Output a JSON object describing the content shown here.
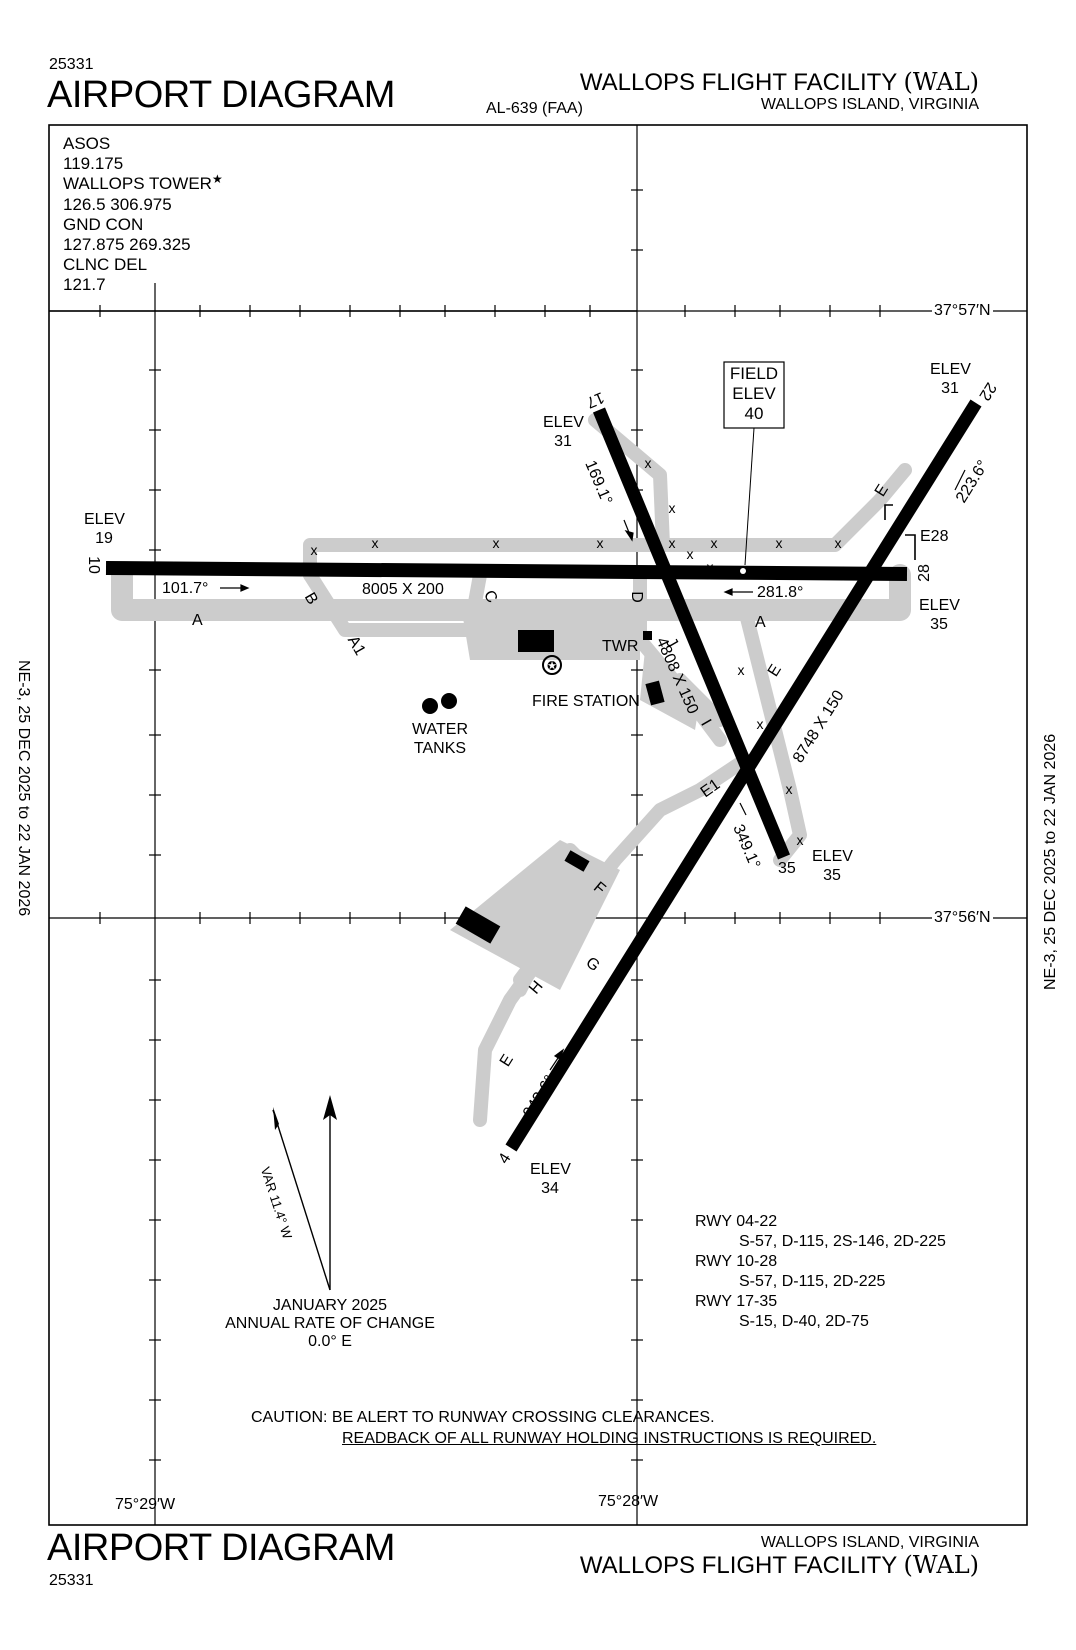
{
  "header": {
    "chart_number": "25331",
    "title": "AIRPORT DIAGRAM",
    "al_number": "AL-639 (FAA)",
    "facility_name": "WALLOPS FLIGHT FACILITY",
    "facility_code": "(WAL)",
    "location": "WALLOPS ISLAND, VIRGINIA"
  },
  "footer": {
    "title": "AIRPORT DIAGRAM",
    "chart_number": "25331",
    "location": "WALLOPS ISLAND, VIRGINIA",
    "facility_name": "WALLOPS FLIGHT FACILITY",
    "facility_code": "(WAL)"
  },
  "side_labels": {
    "left": "NE-3,  25 DEC 2025  to  22 JAN 2026",
    "right": "NE-3,  25 DEC 2025  to  22 JAN 2026"
  },
  "frequencies": [
    "ASOS",
    "119.175",
    "WALLOPS TOWER",
    "126.5  306.975",
    "GND CON",
    "127.875  269.325",
    "CLNC DEL",
    "121.7"
  ],
  "tower_star": "★",
  "coordinates": {
    "lat_north": "37°57′N",
    "lat_south": "37°56′N",
    "lon_west": "75°29′W",
    "lon_east": "75°28′W"
  },
  "field_elevation": {
    "label1": "FIELD",
    "label2": "ELEV",
    "value": "40"
  },
  "runways": {
    "r10_28": {
      "dims": "8005 X 200",
      "hdg_10": "101.7°",
      "hdg_28": "281.8°",
      "end_10": "10",
      "end_28": "28"
    },
    "r17_35": {
      "dims": "4808 X 150",
      "hdg_17": "169.1°",
      "hdg_35": "349.1°",
      "end_17": "17",
      "end_35": "35"
    },
    "r04_22": {
      "dims": "8748 X 150",
      "hdg_04": "043.6°",
      "hdg_22": "223.6°",
      "end_04": "4",
      "end_22": "22"
    }
  },
  "elevations": {
    "e19_label": "ELEV",
    "e19": "19",
    "e31a_label": "ELEV",
    "e31a": "31",
    "e31b_label": "ELEV",
    "e31b": "31",
    "e35a_label": "ELEV",
    "e35a": "35",
    "e35b_label": "ELEV",
    "e35b": "35",
    "e34_label": "ELEV",
    "e34": "34"
  },
  "taxiways": [
    "A",
    "A",
    "A1",
    "B",
    "C",
    "D",
    "J",
    "E",
    "E",
    "E",
    "E1",
    "E28",
    "F",
    "G",
    "H",
    "I"
  ],
  "labels": {
    "twr": "TWR",
    "fire_station": "FIRE STATION",
    "water1": "WATER",
    "water2": "TANKS"
  },
  "magnetic": {
    "var": "VAR 11.4° W",
    "date": "JANUARY 2025",
    "rate_label": "ANNUAL RATE OF CHANGE",
    "rate": "0.0° E"
  },
  "runway_strength": [
    {
      "rwy": "RWY 04-22",
      "values": "S-57, D-115, 2S-146, 2D-225"
    },
    {
      "rwy": "RWY 10-28",
      "values": "S-57, D-115, 2D-225"
    },
    {
      "rwy": "RWY 17-35",
      "values": "S-15, D-40, 2D-75"
    }
  ],
  "caution": {
    "line1": "CAUTION: BE ALERT TO RUNWAY CROSSING CLEARANCES.",
    "line2": "READBACK OF ALL RUNWAY HOLDING INSTRUCTIONS IS REQUIRED."
  }
}
